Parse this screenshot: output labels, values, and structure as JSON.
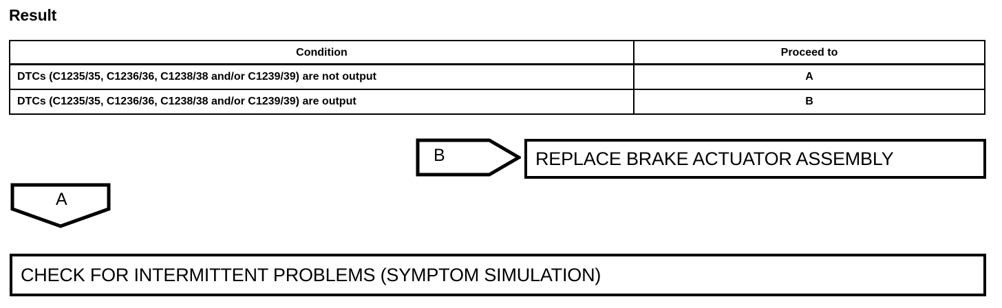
{
  "page": {
    "title": "Result"
  },
  "table": {
    "columns": [
      "Condition",
      "Proceed to"
    ],
    "rows": [
      {
        "condition": "DTCs (C1235/35, C1236/36, C1238/38 and/or C1239/39) are not output",
        "proceed_to": "A"
      },
      {
        "condition": "DTCs (C1235/35, C1236/36, C1238/38 and/or C1239/39) are output",
        "proceed_to": "B"
      }
    ]
  },
  "connectors": [
    {
      "id": "b",
      "label": "B",
      "shape": "arrow-right-pentagon"
    },
    {
      "id": "a",
      "label": "A",
      "shape": "pentagon-down"
    }
  ],
  "boxes": [
    {
      "id": "replace-actuator",
      "label": "REPLACE BRAKE ACTUATOR ASSEMBLY"
    },
    {
      "id": "check-intermittent",
      "label": "CHECK FOR INTERMITTENT PROBLEMS (SYMPTOM SIMULATION)"
    }
  ],
  "colors": {
    "ink": "#000000",
    "paper": "#ffffff"
  }
}
